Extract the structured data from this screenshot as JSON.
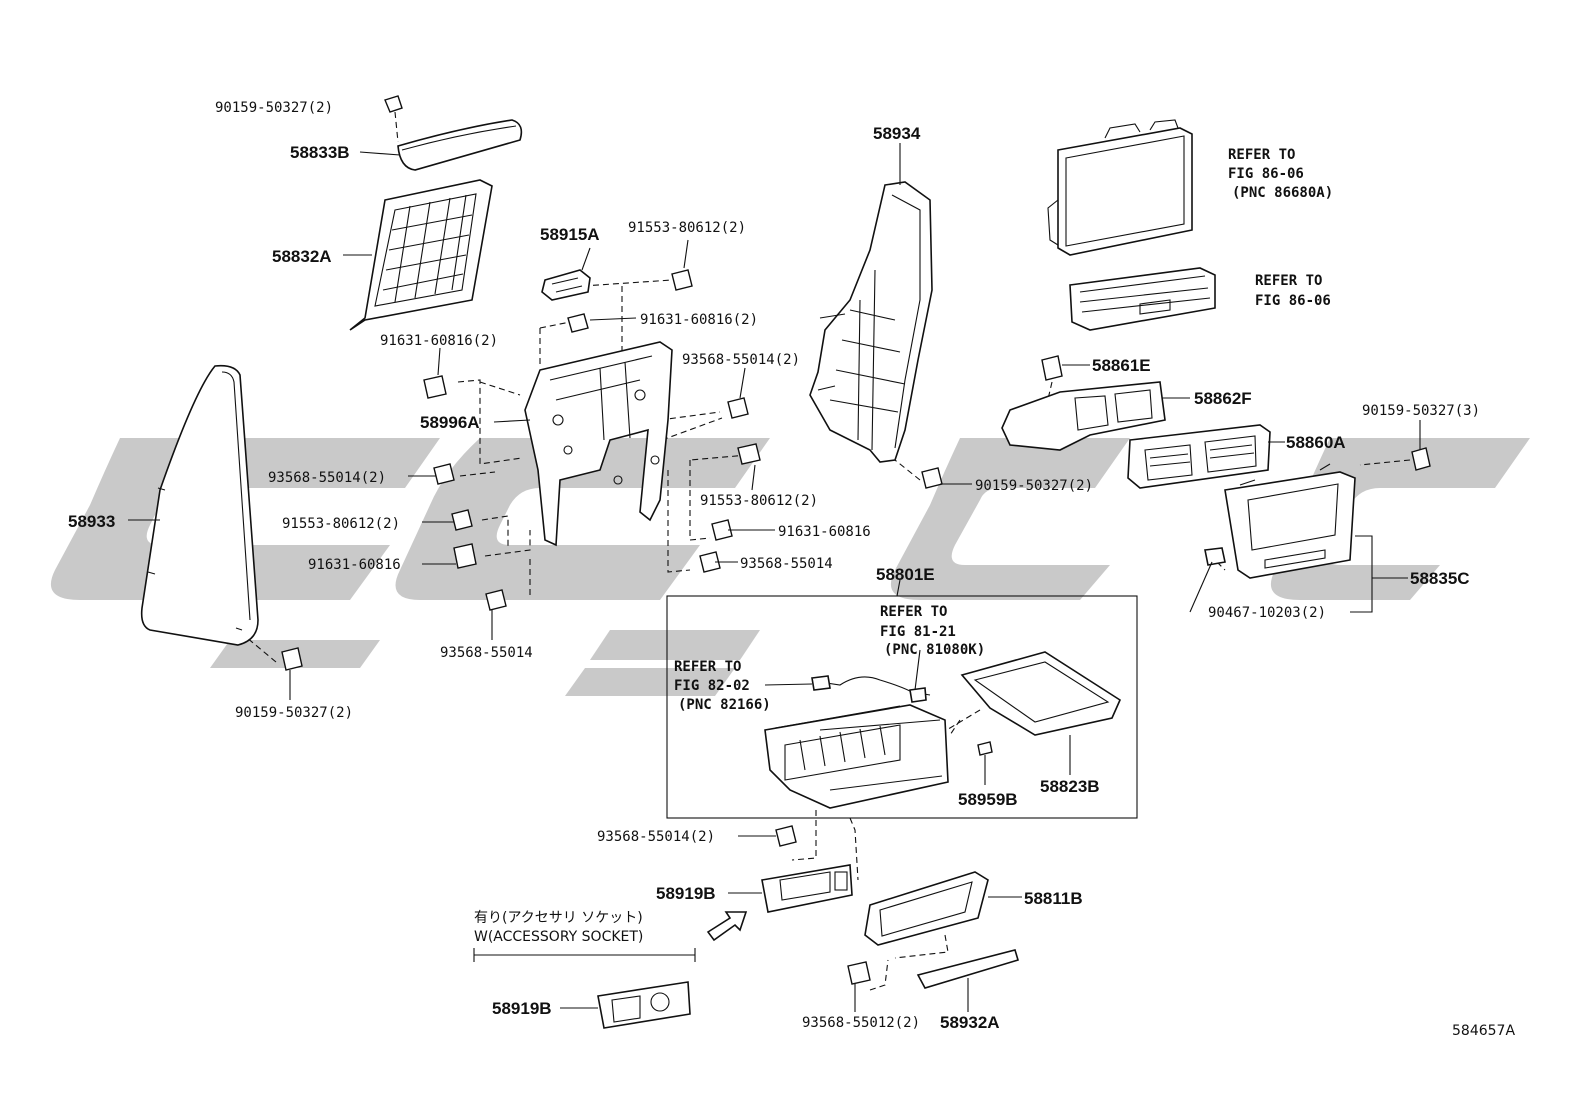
{
  "diagram": {
    "figure_code": "584657A",
    "labels": {
      "p90159_top": "90159-50327(2)",
      "p58833B": "58833B",
      "p58832A": "58832A",
      "p58915A": "58915A",
      "p91553_top": "91553-80612(2)",
      "p91631_mid": "91631-60816(2)",
      "p91631_left": "91631-60816(2)",
      "p93568_r1": "93568-55014(2)",
      "p58996A": "58996A",
      "p93568_left": "93568-55014(2)",
      "p91553_r": "91553-80612(2)",
      "p91553_left": "91553-80612(2)",
      "p91631_r": "91631-60816",
      "p91631_left2": "91631-60816",
      "p93568_r2": "93568-55014",
      "p93568_bot": "93568-55014",
      "p58933": "58933",
      "p90159_bot": "90159-50327(2)",
      "p58934": "58934",
      "p90159_mid": "90159-50327(2)",
      "p58861E": "58861E",
      "p58862F": "58862F",
      "p58860A": "58860A",
      "p90159_right": "90159-50327(3)",
      "p58835C": "58835C",
      "p90467": "90467-10203(2)",
      "p58801E": "58801E",
      "p58823B": "58823B",
      "p58959B": "58959B",
      "p93568_low": "93568-55014(2)",
      "p58919B_top": "58919B",
      "p58811B": "58811B",
      "p58919B_bot": "58919B",
      "p93568_55012": "93568-55012(2)",
      "p58932A": "58932A"
    },
    "refs": {
      "ref1_l1": "REFER TO",
      "ref1_l2": "FIG 86-06",
      "ref1_l3": "(PNC 86680A)",
      "ref2_l1": "REFER TO",
      "ref2_l2": "FIG 86-06",
      "ref3_l1": "REFER TO",
      "ref3_l2": "FIG 81-21",
      "ref3_l3": "(PNC 81080K)",
      "ref4_l1": "REFER TO",
      "ref4_l2": "FIG 82-02",
      "ref4_l3": "(PNC 82166)"
    },
    "note": {
      "jp": "有り(アクセサリ ソケット)",
      "en": "W(ACCESSORY SOCKET)"
    }
  }
}
